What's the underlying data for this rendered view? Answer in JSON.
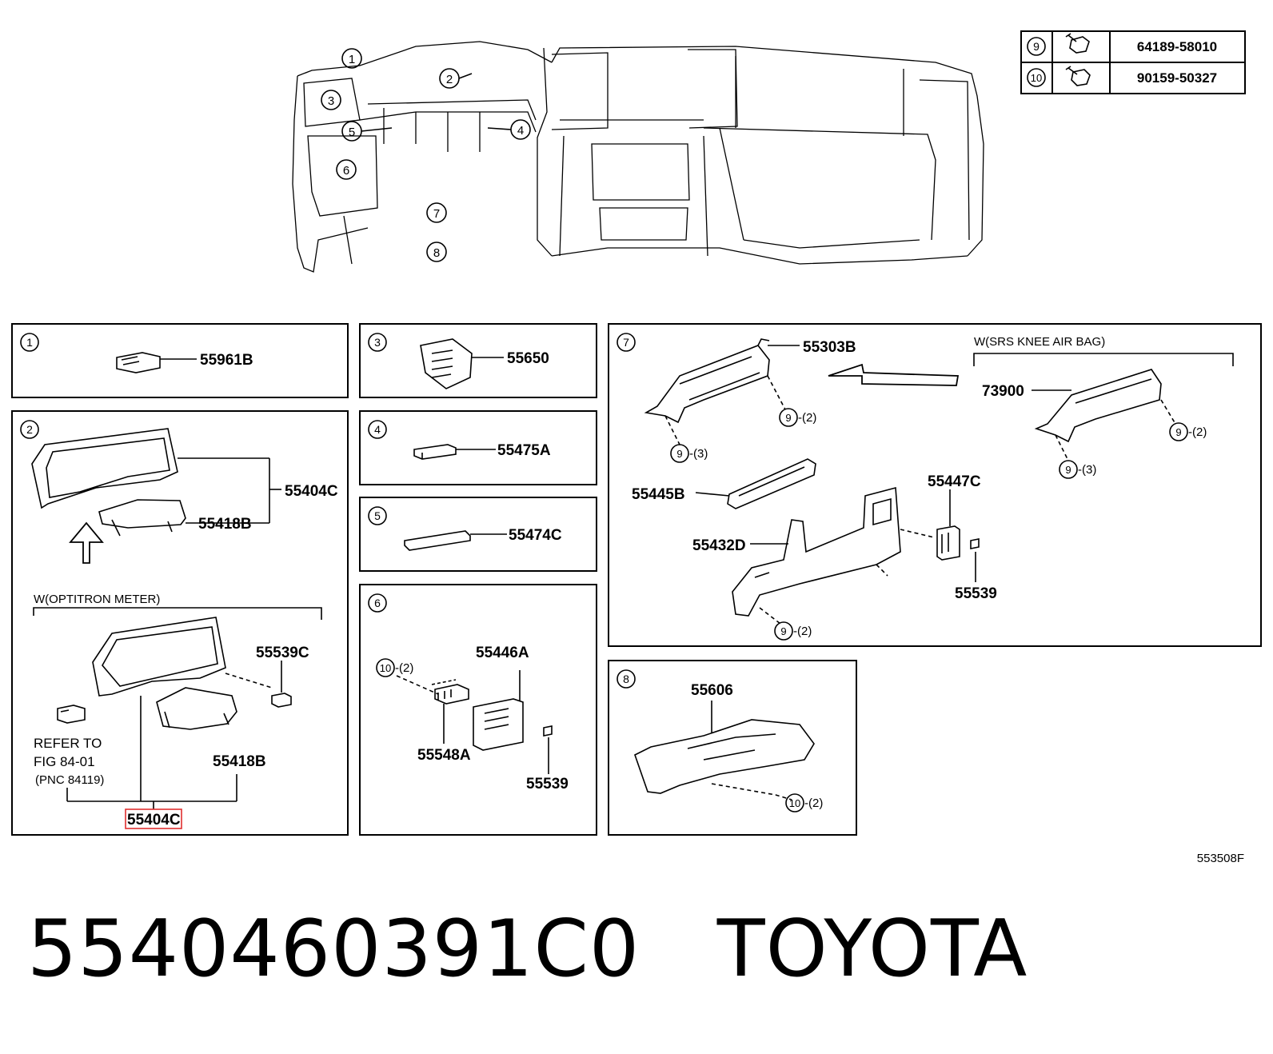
{
  "bolts": [
    {
      "ref": "9",
      "part": "64189-58010"
    },
    {
      "ref": "10",
      "part": "90159-50327"
    }
  ],
  "overview_callouts": [
    "1",
    "2",
    "3",
    "5",
    "4",
    "6",
    "7",
    "8"
  ],
  "panels": {
    "p1": {
      "ref": "1",
      "parts": [
        "55961B"
      ]
    },
    "p2": {
      "ref": "2",
      "parts": [
        "55404C",
        "55418B"
      ],
      "variant": "W(OPTITRON METER)",
      "sub_parts": [
        "55539C",
        "55418B"
      ],
      "refer_lines": [
        "REFER TO",
        "FIG 84-01",
        "(PNC 84119)"
      ],
      "highlight": "55404C"
    },
    "p3": {
      "ref": "3",
      "parts": [
        "55650"
      ]
    },
    "p4": {
      "ref": "4",
      "parts": [
        "55475A"
      ]
    },
    "p5": {
      "ref": "5",
      "parts": [
        "55474C"
      ]
    },
    "p6": {
      "ref": "6",
      "parts": [
        "55446A",
        "55548A",
        "55539"
      ],
      "bolt_ref": "10",
      "bolt_qty": "-(2)"
    },
    "p7": {
      "ref": "7",
      "parts": [
        "55303B",
        "55445B",
        "55432D",
        "55447C",
        "55539"
      ],
      "variant": "W(SRS KNEE AIR BAG)",
      "variant_part": "73900",
      "bolt_ref": "9",
      "bolt_qty_a": "-(2)",
      "bolt_qty_b": "-(3)"
    },
    "p8": {
      "ref": "8",
      "parts": [
        "55606"
      ],
      "bolt_ref": "10",
      "bolt_qty": "-(2)"
    }
  },
  "figure_code": "553508F",
  "footer": {
    "part_number": "5540460391C0",
    "brand": "TOYOTA"
  }
}
